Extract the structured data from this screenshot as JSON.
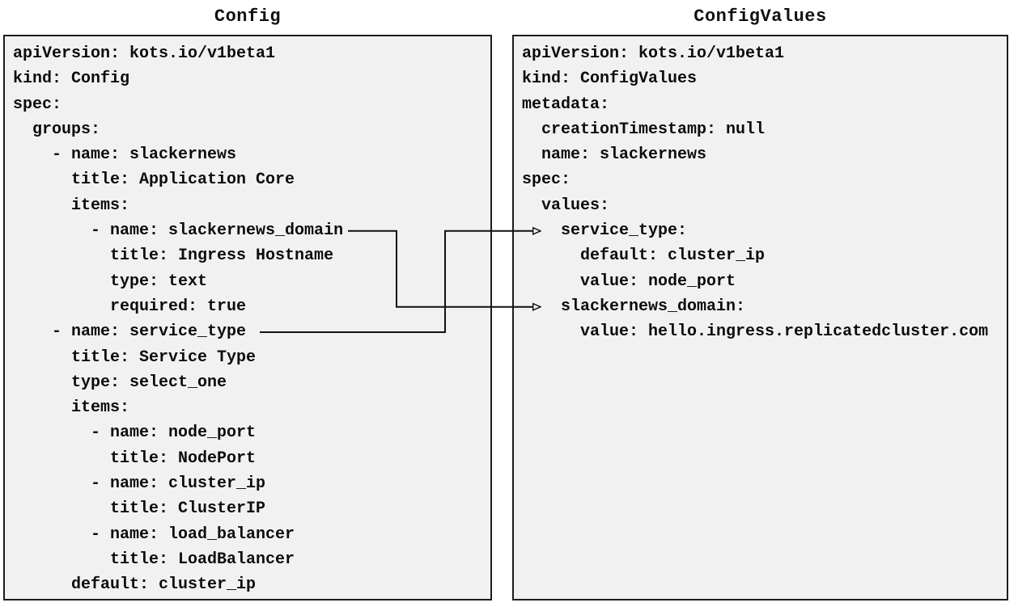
{
  "config_box": {
    "title": "Config",
    "lines": [
      "apiVersion: kots.io/v1beta1",
      "kind: Config",
      "spec:",
      "  groups:",
      "    - name: slackernews",
      "      title: Application Core",
      "      items:",
      "        - name: slackernews_domain",
      "          title: Ingress Hostname",
      "          type: text",
      "          required: true",
      "    - name: service_type",
      "      title: Service Type",
      "      type: select_one",
      "      items:",
      "        - name: node_port",
      "          title: NodePort",
      "        - name: cluster_ip",
      "          title: ClusterIP",
      "        - name: load_balancer",
      "          title: LoadBalancer",
      "      default: cluster_ip"
    ]
  },
  "configvalues_box": {
    "title": "ConfigValues",
    "lines": [
      "apiVersion: kots.io/v1beta1",
      "kind: ConfigValues",
      "metadata:",
      "  creationTimestamp: null",
      "  name: slackernews",
      "spec:",
      "  values:",
      "    service_type:",
      "      default: cluster_ip",
      "      value: node_port",
      "    slackernews_domain:",
      "      value: hello.ingress.replicatedcluster.com"
    ]
  },
  "connections": [
    {
      "from_box": "Config",
      "from_text": "- name: slackernews_domain",
      "to_box": "ConfigValues",
      "to_text": "slackernews_domain:"
    },
    {
      "from_box": "Config",
      "from_text": "- name: service_type",
      "to_box": "ConfigValues",
      "to_text": "service_type:"
    }
  ],
  "colors": {
    "box_fill": "#f1f1f1",
    "box_border": "#1c1c1c",
    "connector_line": "#111111",
    "text": "#0d0d0d",
    "background": "#ffffff"
  }
}
